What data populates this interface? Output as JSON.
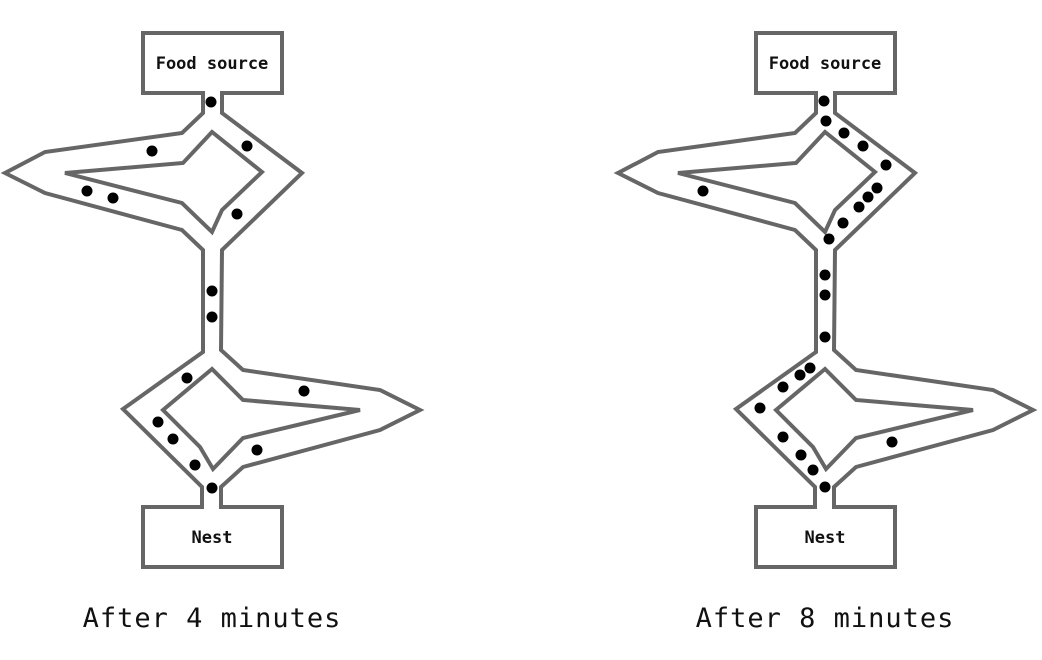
{
  "panels": [
    {
      "food_label": "Food source",
      "nest_label": "Nest",
      "caption": "After 4 minutes",
      "ant_count": 15
    },
    {
      "food_label": "Food source",
      "nest_label": "Nest",
      "caption": "After 8 minutes",
      "ant_count": 23
    }
  ],
  "colors": {
    "outline": "#666666",
    "ant": "#000000"
  }
}
